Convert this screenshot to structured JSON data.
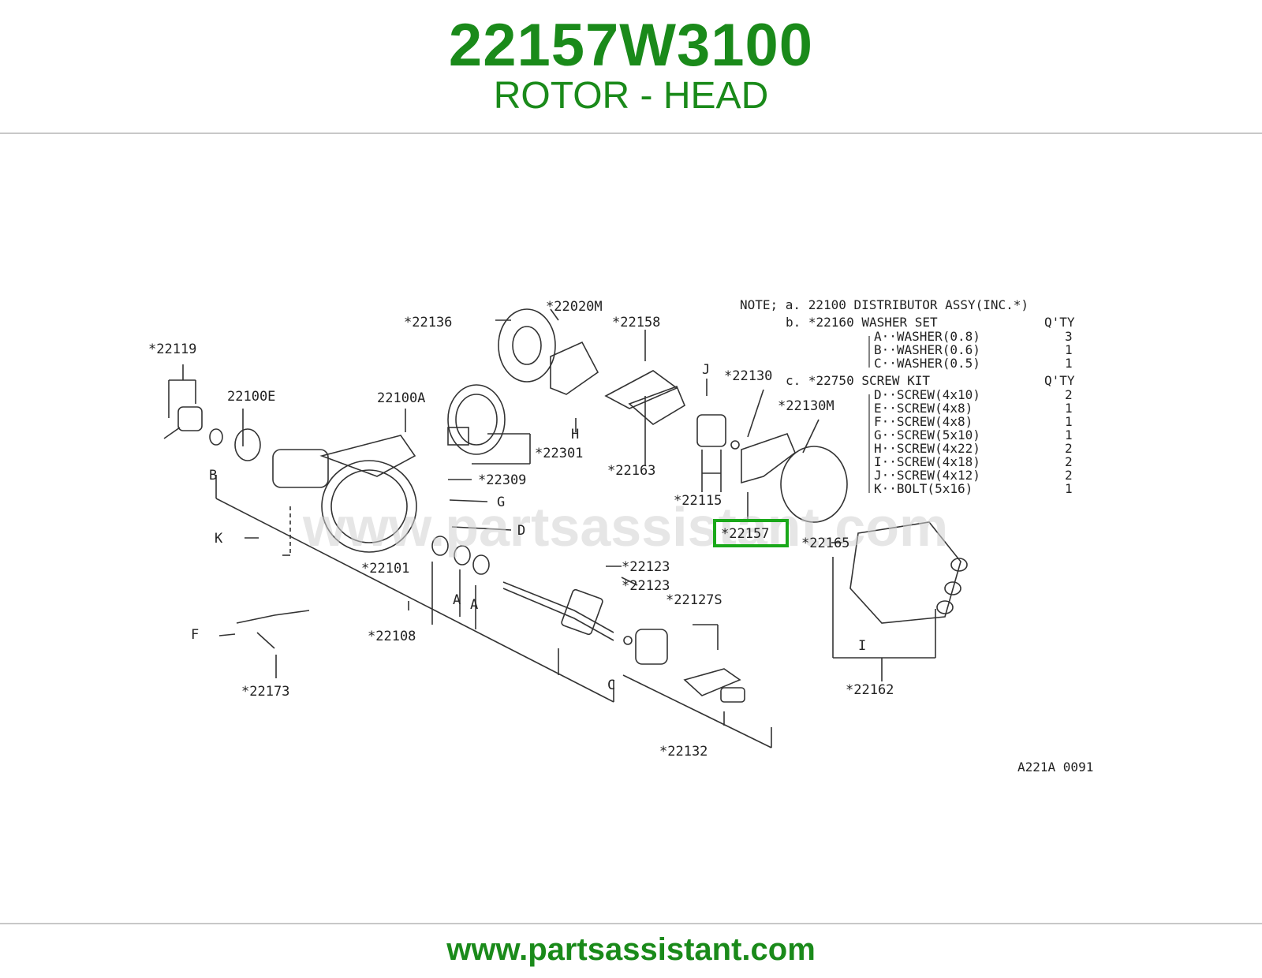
{
  "header": {
    "part_number": "22157W3100",
    "part_name": "ROTOR - HEAD"
  },
  "footer": {
    "url": "www.partsassistant.com"
  },
  "watermark": "www.partsassistant.com",
  "diagram": {
    "code": "A221A 0091",
    "highlight_label": "*22157",
    "highlight_color": "#1aa81a",
    "labels": {
      "l22136": "*22136",
      "l22020M": "*22020M",
      "l22158": "*22158",
      "l22119": "*22119",
      "l22100E": "22100E",
      "l22100A": "22100A",
      "l22130": "*22130",
      "l22130M": "*22130M",
      "l22301": "*22301",
      "l22163": "*22163",
      "l22309": "*22309",
      "l22115": "*22115",
      "l22101": "*22101",
      "l22165": "*22165",
      "l22123a": "*22123",
      "l22123b": "*22123",
      "l22127S": "*22127S",
      "l22108": "*22108",
      "l22173": "*22173",
      "l22162": "*22162",
      "l22132": "*22132",
      "B": "B",
      "K": "K",
      "G": "G",
      "D": "D",
      "H": "H",
      "J": "J",
      "F": "F",
      "C": "C",
      "A1": "A",
      "A2": "A",
      "I": "I"
    },
    "notes": {
      "line1": "NOTE; a. 22100 DISTRIBUTOR ASSY(INC.*)",
      "line2": "b. *22160 WASHER SET",
      "qty1": "Q'TY",
      "rowA": "A··WASHER(0.8)",
      "rowA_q": "3",
      "rowB": "B··WASHER(0.6)",
      "rowB_q": "1",
      "rowC": "C··WASHER(0.5)",
      "rowC_q": "1",
      "line3": "c. *22750 SCREW KIT",
      "qty2": "Q'TY",
      "rowD": "D··SCREW(4x10)",
      "rowD_q": "2",
      "rowE": "E··SCREW(4x8)",
      "rowE_q": "1",
      "rowF": "F··SCREW(4x8)",
      "rowF_q": "1",
      "rowG": "G··SCREW(5x10)",
      "rowG_q": "1",
      "rowH": "H··SCREW(4x22)",
      "rowH_q": "2",
      "rowI": "I··SCREW(4x18)",
      "rowI_q": "2",
      "rowJ": "J··SCREW(4x12)",
      "rowJ_q": "2",
      "rowK": "K··BOLT(5x16)",
      "rowK_q": "1"
    }
  }
}
